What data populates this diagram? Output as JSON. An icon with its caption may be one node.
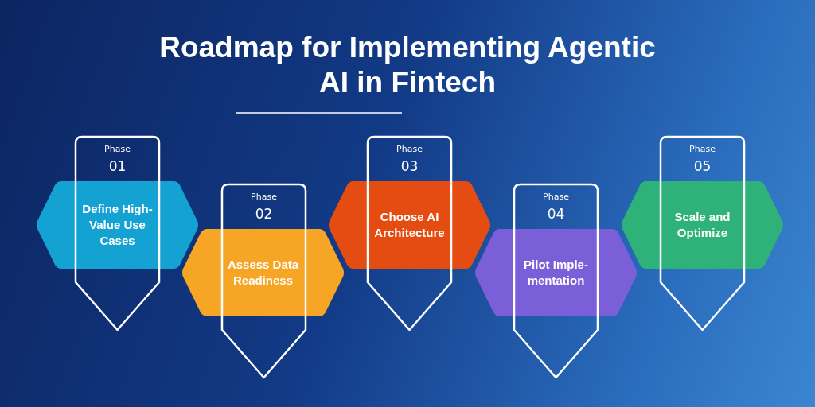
{
  "diagram": {
    "title": "Roadmap for Implementing Agentic AI in Fintech",
    "nodes": [
      {
        "text": [
          "Phase",
          "01"
        ]
      },
      {
        "text": [
          "Define High-Value Use Cases"
        ]
      },
      {
        "text": [
          "Phase",
          "02"
        ]
      },
      {
        "text": [
          "Assess Data Readiness"
        ]
      },
      {
        "text": [
          "Phase",
          "03"
        ]
      },
      {
        "text": [
          "Choose AI Architecture"
        ]
      },
      {
        "text": [
          "Phase",
          "04"
        ]
      },
      {
        "text": [
          "Pilot Imple-mentation"
        ]
      },
      {
        "text": [
          "Phase",
          "05"
        ]
      },
      {
        "text": [
          "Scale and Optimize"
        ]
      }
    ]
  }
}
